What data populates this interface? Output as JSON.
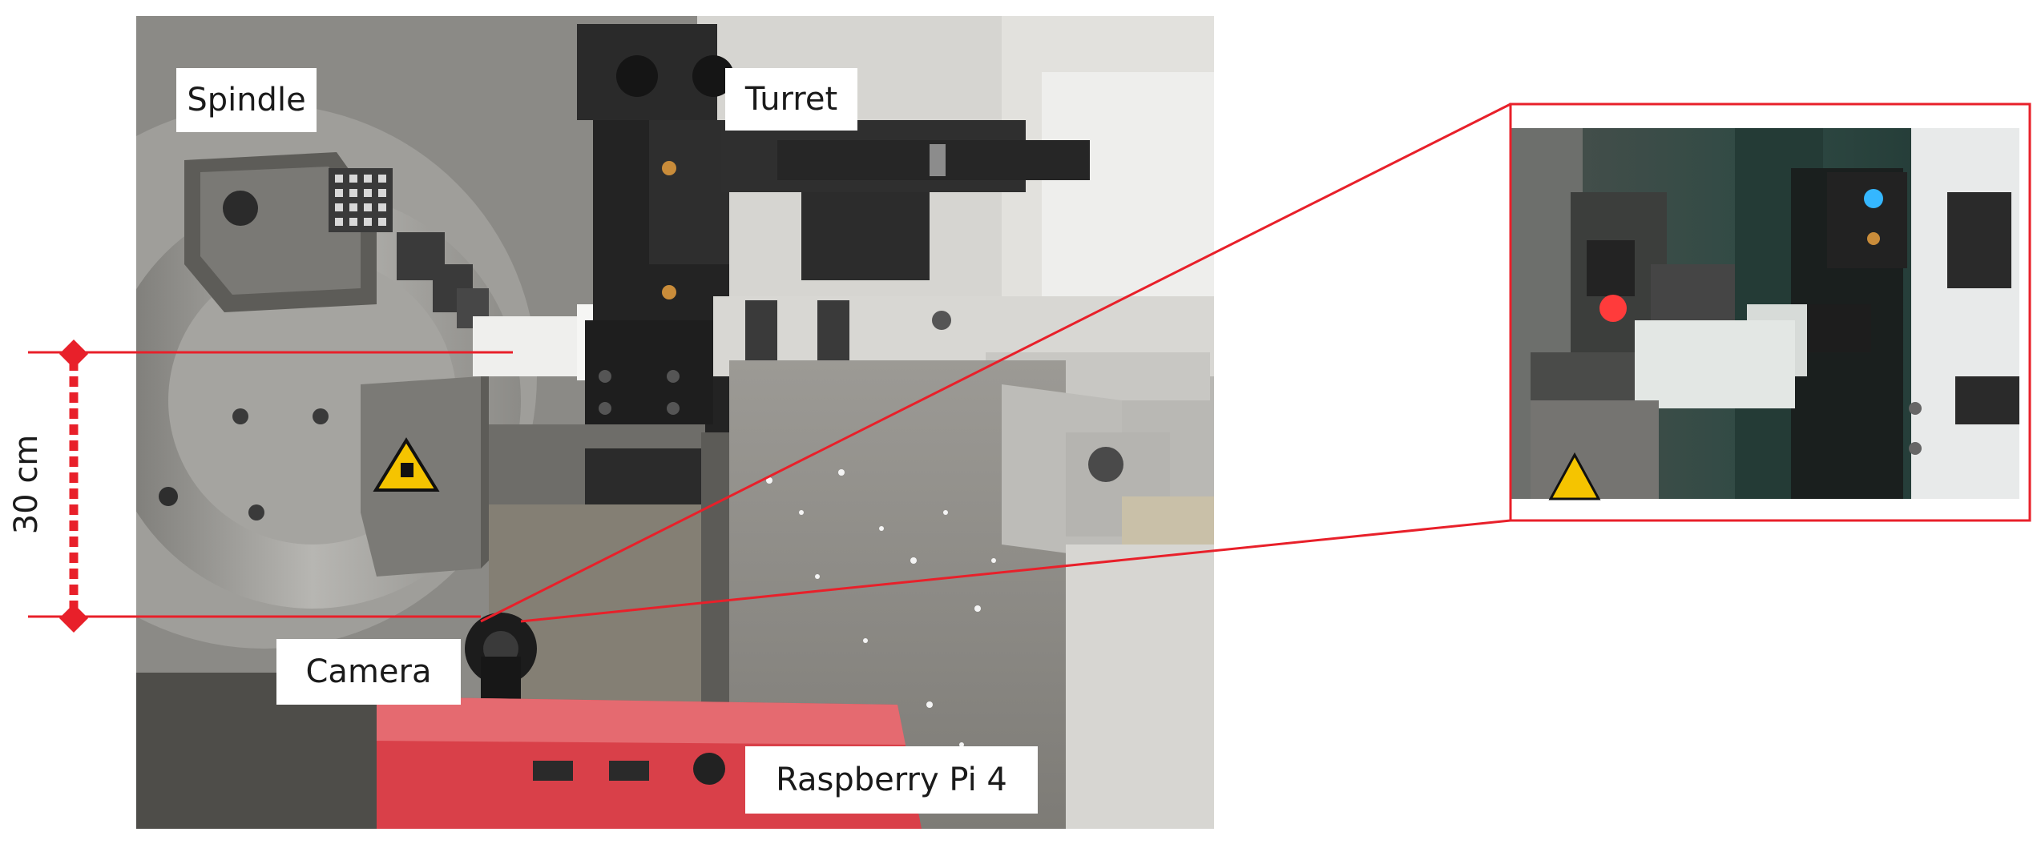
{
  "labels": {
    "spindle": "Spindle",
    "turret": "Turret",
    "camera": "Camera",
    "raspberry": "Raspberry Pi 4",
    "distance": "30 cm"
  },
  "colors": {
    "annotation_red": "#e8202a",
    "machine_metal": "#8e8d89",
    "housing_gray": "#c9c8c4",
    "turret_black": "#202020",
    "raspberry_red": "#d94049",
    "workpiece_white": "#f2f2f0",
    "inset_teal": "#3f5d57",
    "marker_red": "#ff3b3b",
    "marker_blue": "#35b7ff"
  },
  "icons": [
    "warning-triangle-icon",
    "hazard-warning-icon"
  ]
}
